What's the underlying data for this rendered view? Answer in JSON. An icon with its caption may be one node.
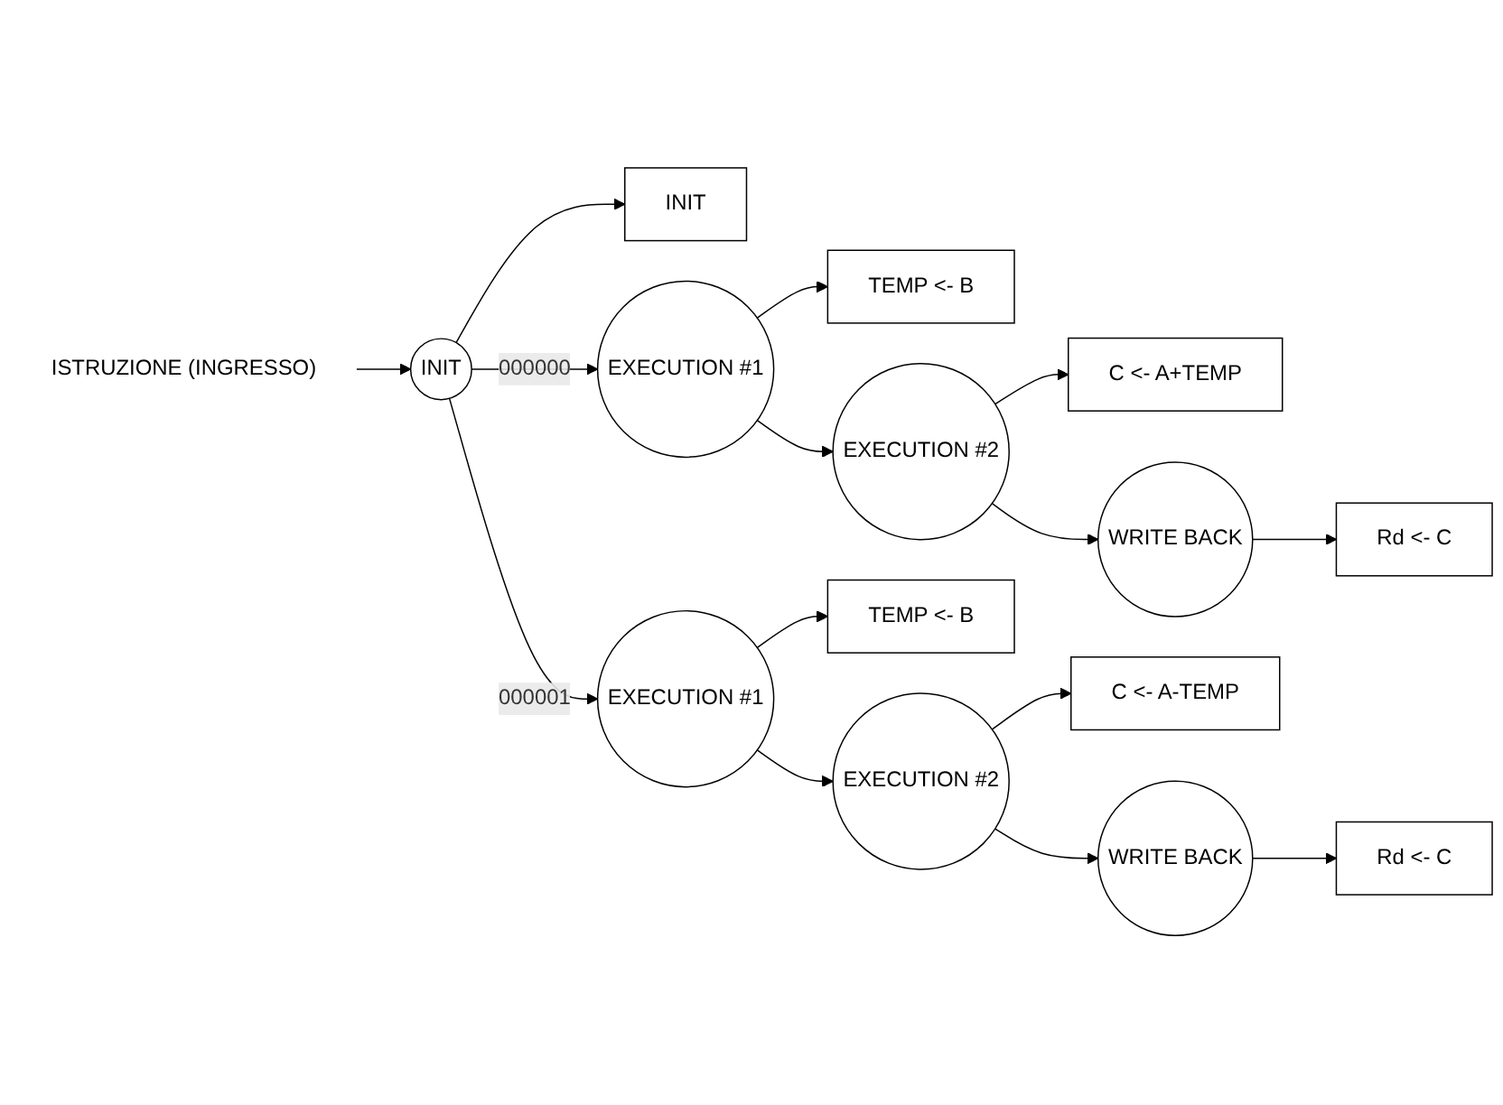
{
  "diagram": {
    "nodes": [
      {
        "text": [
          "ISTRUZIONE (INGRESSO)"
        ]
      },
      {
        "text": [
          "INIT"
        ]
      },
      {
        "text": [
          "INIT"
        ]
      },
      {
        "text": [
          "EXECUTION #1"
        ]
      },
      {
        "text": [
          "TEMP <- B"
        ]
      },
      {
        "text": [
          "EXECUTION #2"
        ]
      },
      {
        "text": [
          "C <- A+TEMP"
        ]
      },
      {
        "text": [
          "WRITE BACK"
        ]
      },
      {
        "text": [
          "Rd <- C"
        ]
      },
      {
        "text": [
          "EXECUTION #1"
        ]
      },
      {
        "text": [
          "TEMP <- B"
        ]
      },
      {
        "text": [
          "EXECUTION #2"
        ]
      },
      {
        "text": [
          "C <- A-TEMP"
        ]
      },
      {
        "text": [
          "WRITE BACK"
        ]
      },
      {
        "text": [
          "Rd <- C"
        ]
      }
    ],
    "edges": [
      {
        "from": 0,
        "to": 1,
        "arrow": "to"
      },
      {
        "from": 1,
        "to": 2,
        "arrow": "to"
      },
      {
        "from": 1,
        "to": 3,
        "arrow": "to",
        "label": "000000"
      },
      {
        "from": 1,
        "to": 9,
        "arrow": "to",
        "label": "000001"
      },
      {
        "from": 3,
        "to": 4,
        "arrow": "to"
      },
      {
        "from": 3,
        "to": 5,
        "arrow": "to"
      },
      {
        "from": 5,
        "to": 6,
        "arrow": "to"
      },
      {
        "from": 5,
        "to": 7,
        "arrow": "to"
      },
      {
        "from": 7,
        "to": 8,
        "arrow": "to"
      },
      {
        "from": 9,
        "to": 10,
        "arrow": "to"
      },
      {
        "from": 9,
        "to": 11,
        "arrow": "to"
      },
      {
        "from": 11,
        "to": 12,
        "arrow": "to"
      },
      {
        "from": 11,
        "to": 13,
        "arrow": "to"
      },
      {
        "from": 13,
        "to": 14,
        "arrow": "to"
      }
    ]
  }
}
